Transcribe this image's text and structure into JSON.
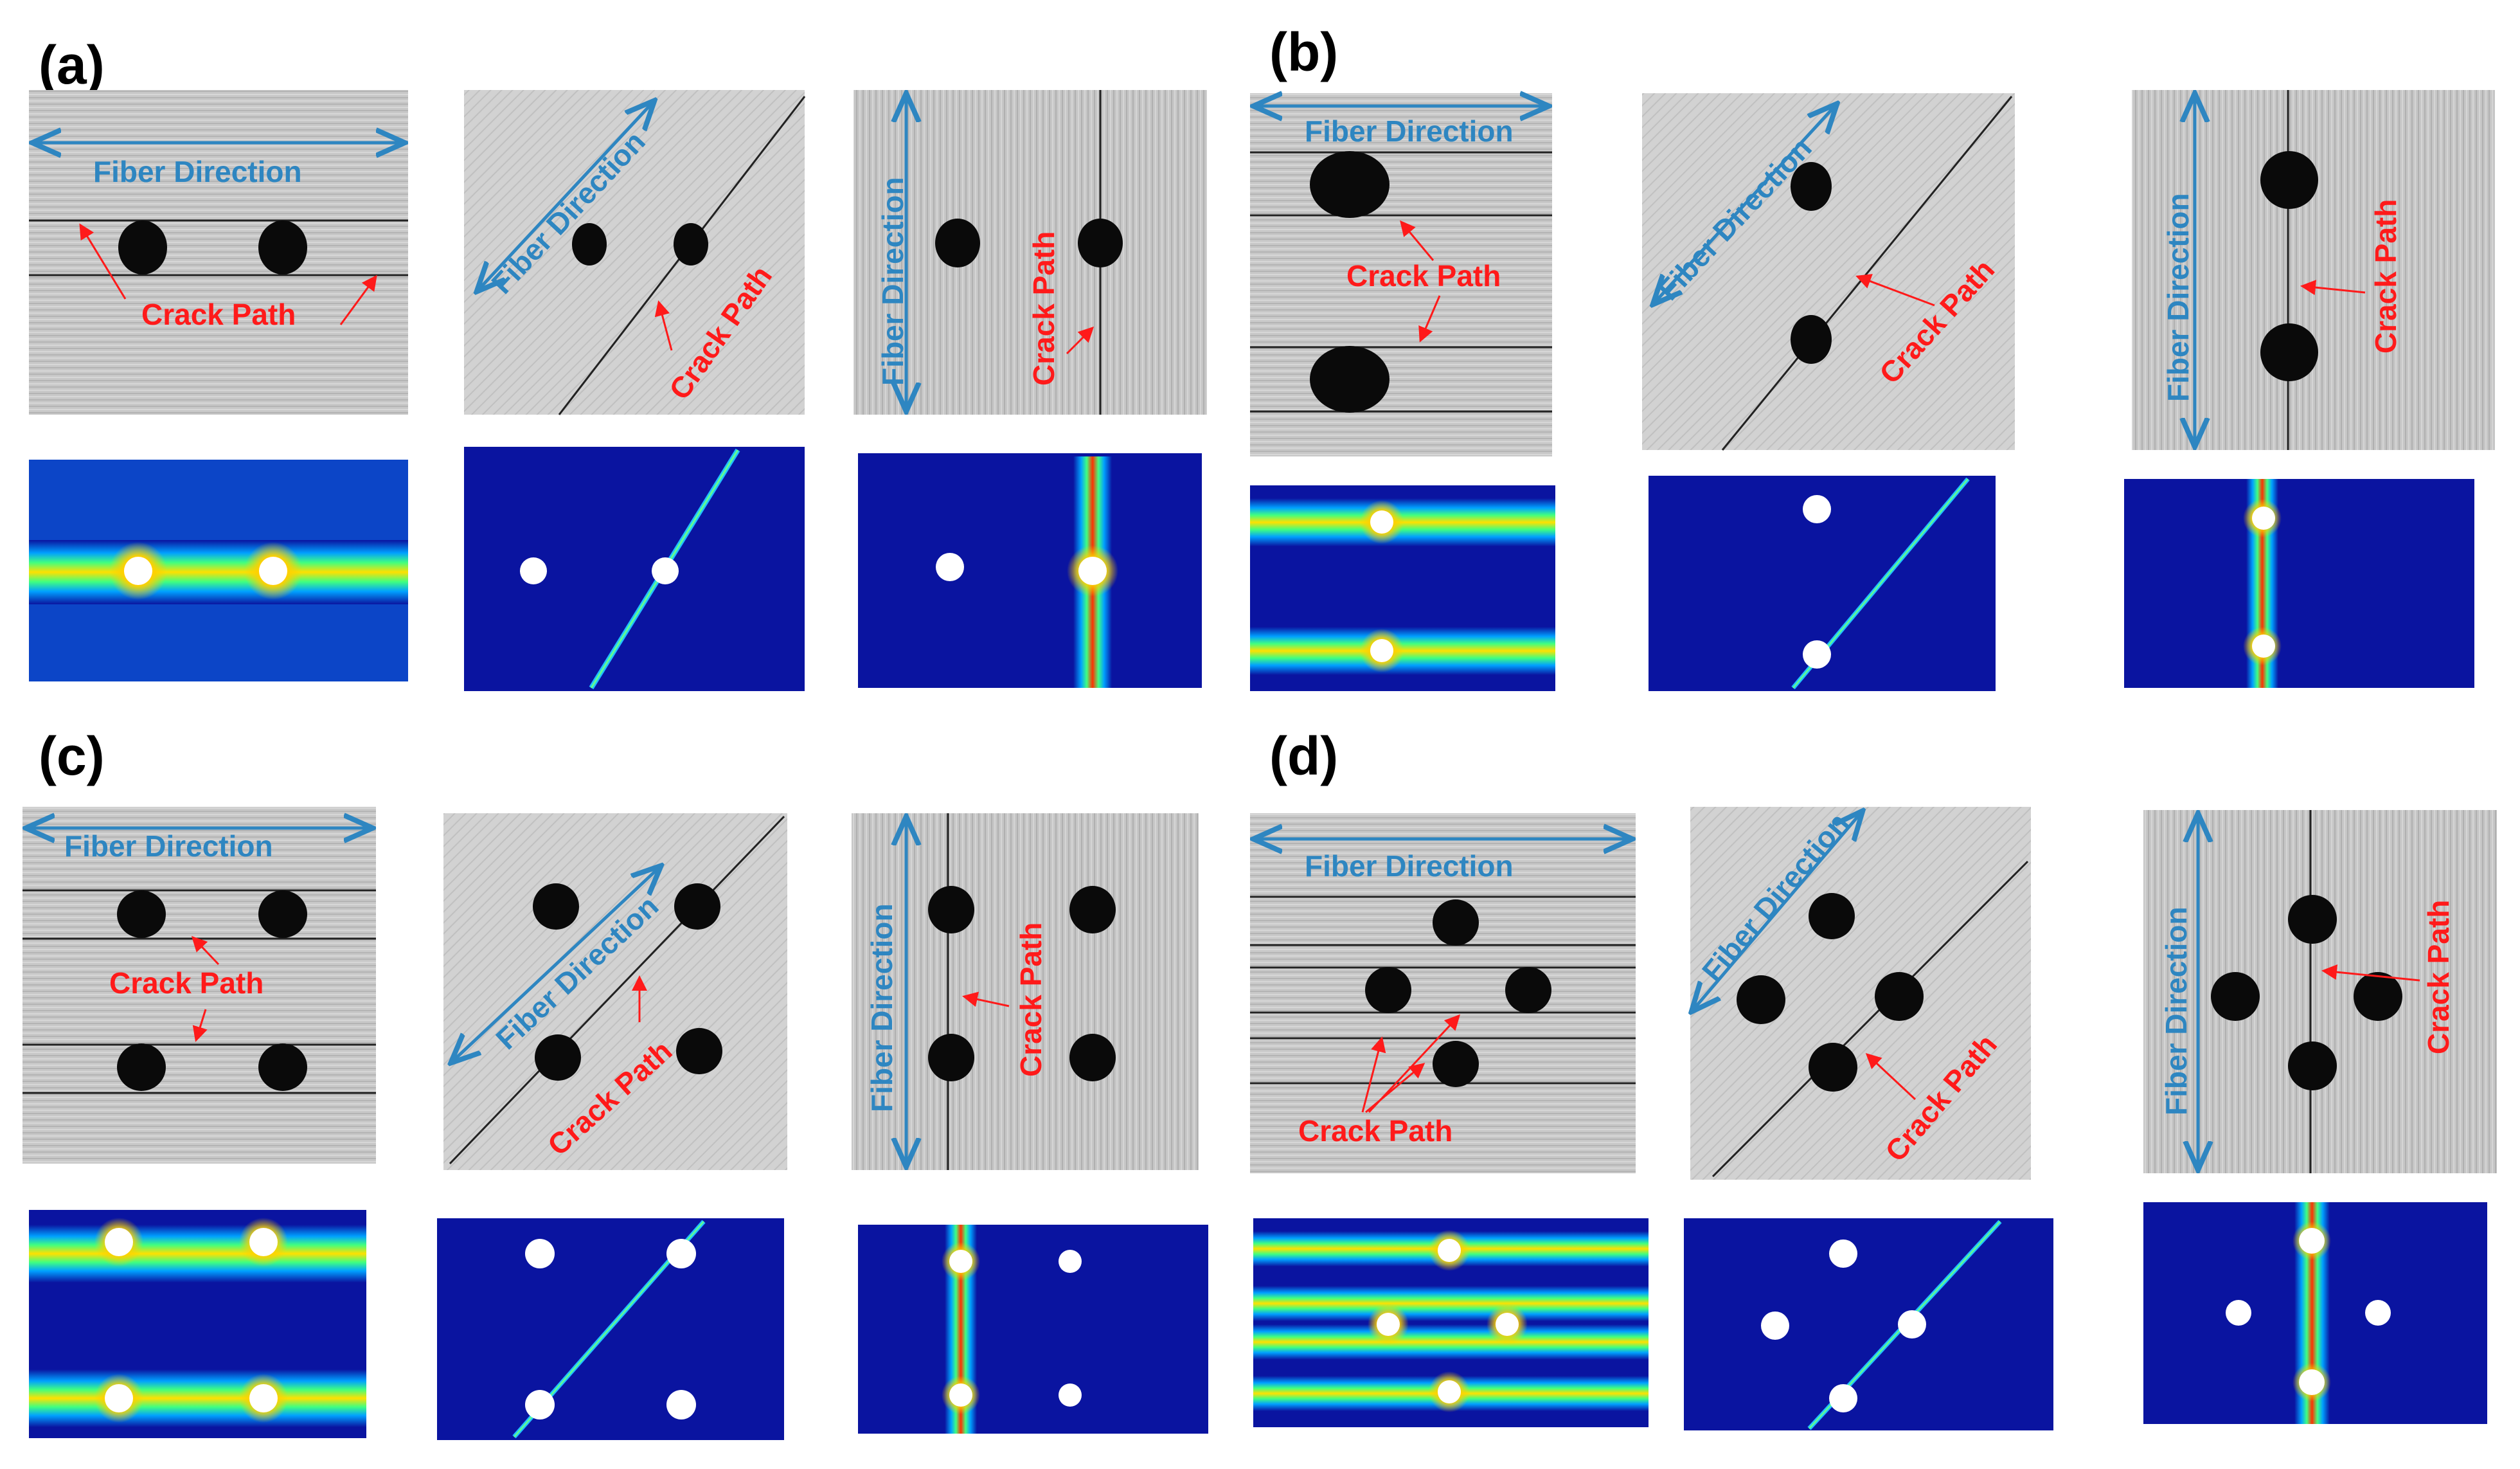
{
  "figure": {
    "panels": [
      {
        "label": "(a)",
        "holes": "2 holes"
      },
      {
        "label": "(b)",
        "holes": "2 holes"
      },
      {
        "label": "(c)",
        "holes": "4 holes"
      },
      {
        "label": "(d)",
        "holes": "4 holes"
      }
    ],
    "annotations": {
      "fiber_direction": "Fiber Direction",
      "crack_path": "Crack Path"
    },
    "colors": {
      "fiber_arrow": "#2e86c1",
      "crack_label": "#ff1a1a",
      "contour_background": "#0a14a0",
      "contour_high": "#ff2a00"
    }
  }
}
